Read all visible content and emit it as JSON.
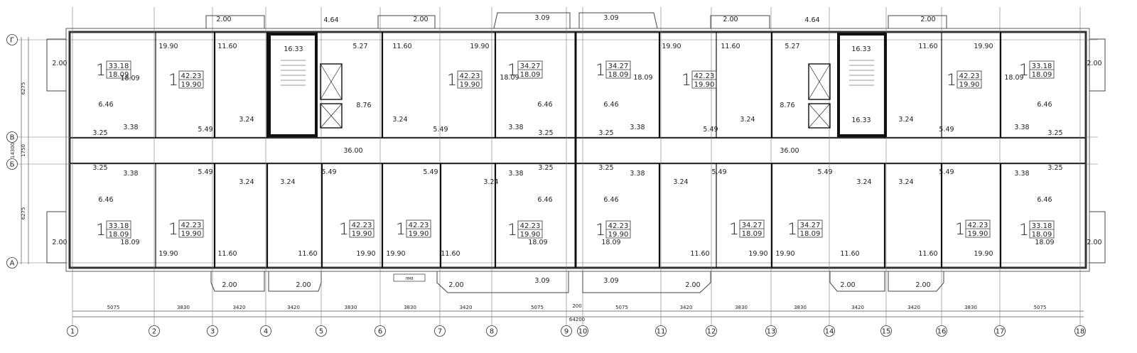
{
  "axes": {
    "numbered": [
      "1",
      "2",
      "3",
      "4",
      "5",
      "6",
      "7",
      "8",
      "9",
      "10",
      "11",
      "12",
      "13",
      "14",
      "15",
      "16",
      "17",
      "18"
    ],
    "lettered": [
      "Г",
      "В",
      "Б",
      "А"
    ]
  },
  "dimensions": {
    "spans": [
      "5075",
      "3830",
      "3420",
      "3420",
      "3830",
      "3830",
      "3420",
      "5075",
      "5075",
      "3420",
      "3830",
      "3830",
      "3420",
      "3420",
      "3830",
      "5075"
    ],
    "small": "200",
    "total": "64200",
    "vertical": [
      "6275",
      "1750",
      "6275"
    ],
    "vertical_total": "14300"
  },
  "apartments": [
    {
      "rooms": "1",
      "total": "33.18",
      "living": "18.09"
    },
    {
      "rooms": "1",
      "total": "42.23",
      "living": "19.90"
    },
    {
      "rooms": "1",
      "total": "42.23",
      "living": "19.90"
    },
    {
      "rooms": "1",
      "total": "34.27",
      "living": "18.09"
    },
    {
      "rooms": "1",
      "total": "34.27",
      "living": "18.09"
    },
    {
      "rooms": "1",
      "total": "42.23",
      "living": "19.90"
    },
    {
      "rooms": "1",
      "total": "42.23",
      "living": "19.90"
    },
    {
      "rooms": "1",
      "total": "33.18",
      "living": "18.09"
    },
    {
      "rooms": "1",
      "total": "33.18",
      "living": "18.09"
    },
    {
      "rooms": "1",
      "total": "42.23",
      "living": "19.90"
    },
    {
      "rooms": "1",
      "total": "42.23",
      "living": "19.90"
    },
    {
      "rooms": "1",
      "total": "42.23",
      "living": "19.90"
    },
    {
      "rooms": "1",
      "total": "34.27",
      "living": "18.09"
    },
    {
      "rooms": "1",
      "total": "34.27",
      "living": "18.09"
    },
    {
      "rooms": "1",
      "total": "42.23",
      "living": "19.90"
    },
    {
      "rooms": "1",
      "total": "42.23",
      "living": "19.90"
    },
    {
      "rooms": "1",
      "total": "42.23",
      "living": "19.90"
    },
    {
      "rooms": "1",
      "total": "33.18",
      "living": "18.09"
    }
  ],
  "room_labels": {
    "balcony_200": "2.00",
    "balcony_464": "4.64",
    "balcony_309": "3.09",
    "living_1809": "18.09",
    "living_1990": "19.90",
    "living_1160": "11.60",
    "stair": "16.33",
    "lobby": "5.27",
    "hall": "8.76",
    "kitchen": "6.46",
    "bath_325": "3.25",
    "bath_338": "3.38",
    "bath_324": "3.24",
    "entry_549": "5.49",
    "corridor": "36.00"
  },
  "misc": {
    "door_tag": "ЛМ8"
  }
}
